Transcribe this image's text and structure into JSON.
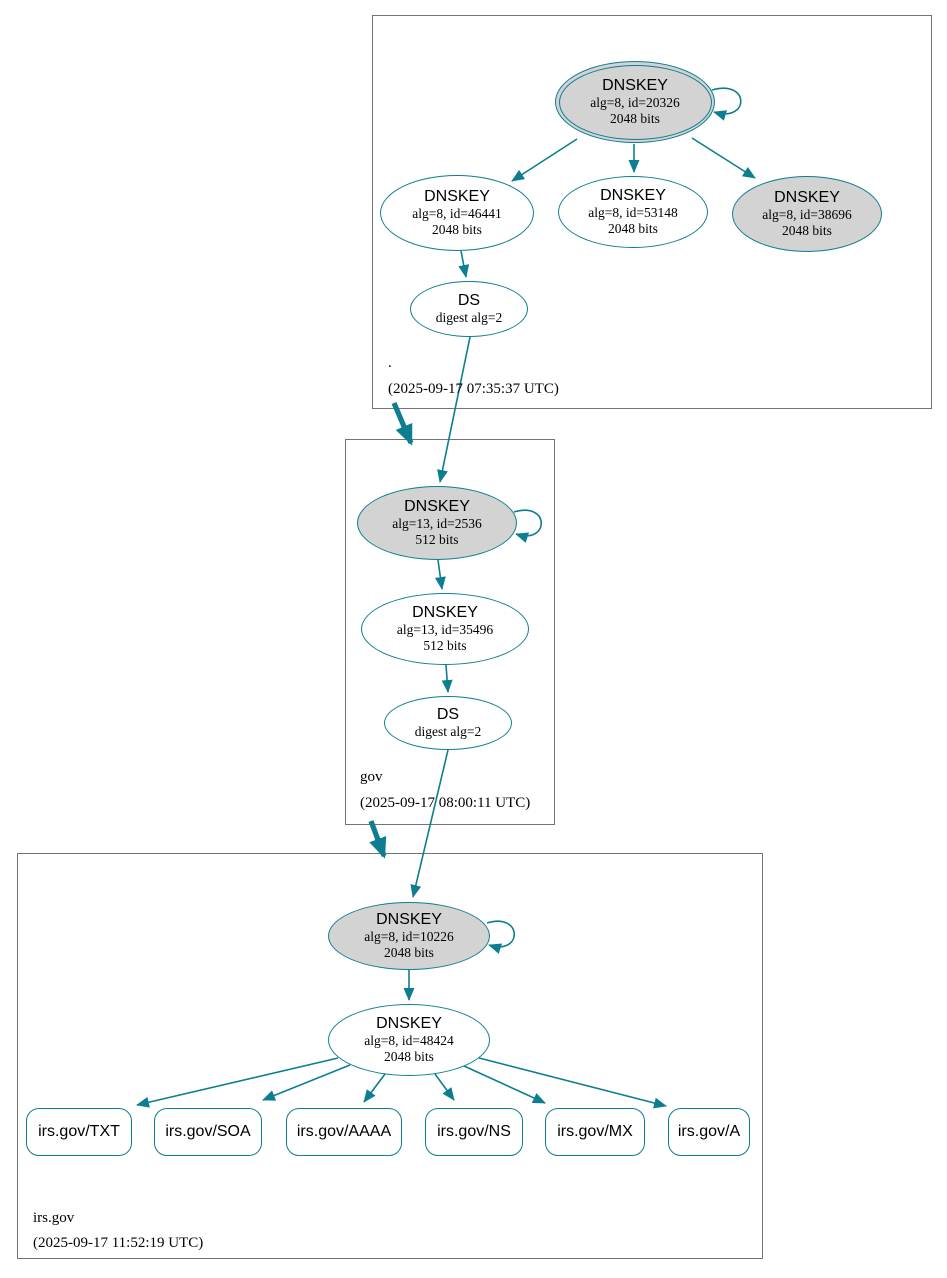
{
  "zones": {
    "root": {
      "label": ".",
      "timestamp": "(2025-09-17 07:35:37 UTC)",
      "ksk": {
        "type": "DNSKEY",
        "detail": "alg=8, id=20326",
        "bits": "2048 bits"
      },
      "zsk": {
        "type": "DNSKEY",
        "detail": "alg=8, id=46441",
        "bits": "2048 bits"
      },
      "key2": {
        "type": "DNSKEY",
        "detail": "alg=8, id=53148",
        "bits": "2048 bits"
      },
      "key3": {
        "type": "DNSKEY",
        "detail": "alg=8, id=38696",
        "bits": "2048 bits"
      },
      "ds": {
        "type": "DS",
        "detail": "digest alg=2"
      }
    },
    "gov": {
      "label": "gov",
      "timestamp": "(2025-09-17 08:00:11 UTC)",
      "ksk": {
        "type": "DNSKEY",
        "detail": "alg=13, id=2536",
        "bits": "512 bits"
      },
      "zsk": {
        "type": "DNSKEY",
        "detail": "alg=13, id=35496",
        "bits": "512 bits"
      },
      "ds": {
        "type": "DS",
        "detail": "digest alg=2"
      }
    },
    "irs": {
      "label": "irs.gov",
      "timestamp": "(2025-09-17 11:52:19 UTC)",
      "ksk": {
        "type": "DNSKEY",
        "detail": "alg=8, id=10226",
        "bits": "2048 bits"
      },
      "zsk": {
        "type": "DNSKEY",
        "detail": "alg=8, id=48424",
        "bits": "2048 bits"
      },
      "rrsets": [
        {
          "label": "irs.gov/TXT"
        },
        {
          "label": "irs.gov/SOA"
        },
        {
          "label": "irs.gov/AAAA"
        },
        {
          "label": "irs.gov/NS"
        },
        {
          "label": "irs.gov/MX"
        },
        {
          "label": "irs.gov/A"
        }
      ]
    }
  },
  "colors": {
    "edge": "#0d7e91",
    "ksk_fill": "#d3d3d3",
    "node_fill": "#ffffff",
    "box_border": "#737373",
    "text": "#000000"
  }
}
